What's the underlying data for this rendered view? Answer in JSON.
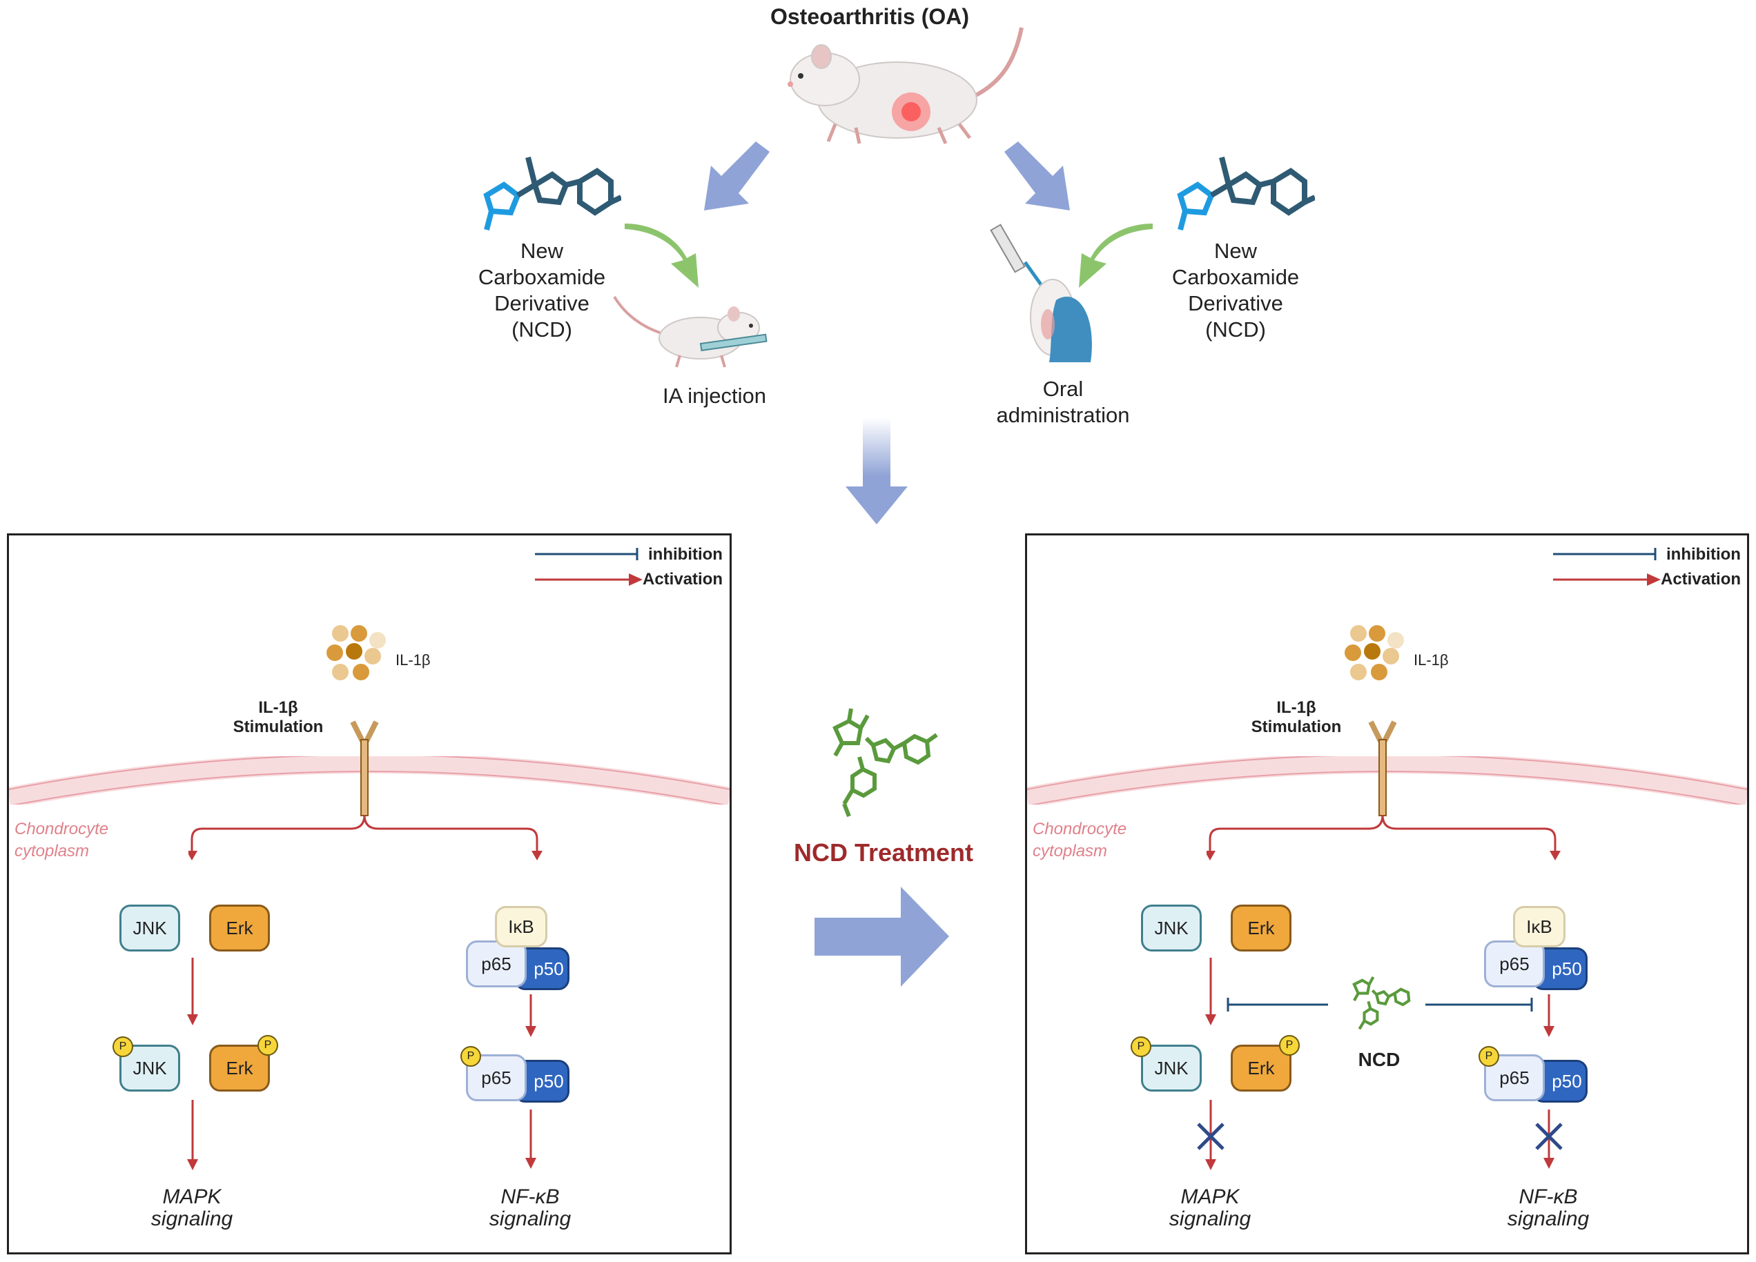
{
  "header": {
    "title": "Osteoarthritis (OA)"
  },
  "routes": {
    "left_compound_label": "New\nCarboxamide\nDerivative\n(NCD)",
    "right_compound_label": "New\nCarboxamide\nDerivative\n(NCD)",
    "ia_label": "IA injection",
    "oral_label": "Oral\nadministration"
  },
  "legend": {
    "inhibition": "inhibition",
    "activation": "Activation"
  },
  "panels": {
    "il1b": "IL-1β",
    "stimulation": "IL-1β\nStimulation",
    "cytoplasm": "Chondrocyte\ncytoplasm",
    "jnk": "JNK",
    "erk": "Erk",
    "ikb": "IκB",
    "p65": "p65",
    "p50": "p50",
    "phospho": "P",
    "mapk": "MAPK\nsignaling",
    "nfkb": "NF-κB\nsignaling"
  },
  "center": {
    "treatment": "NCD Treatment"
  },
  "right_panel": {
    "ncd": "NCD"
  },
  "colors": {
    "arrow_blue": "#8fa3d6",
    "arrow_green": "#8cc46c",
    "activation_red": "#c0393b",
    "inhibition_blue": "#1f4e79",
    "molecule_dark": "#2f5a73",
    "molecule_light": "#1e9be0",
    "ncd_green": "#5a9a3c"
  }
}
